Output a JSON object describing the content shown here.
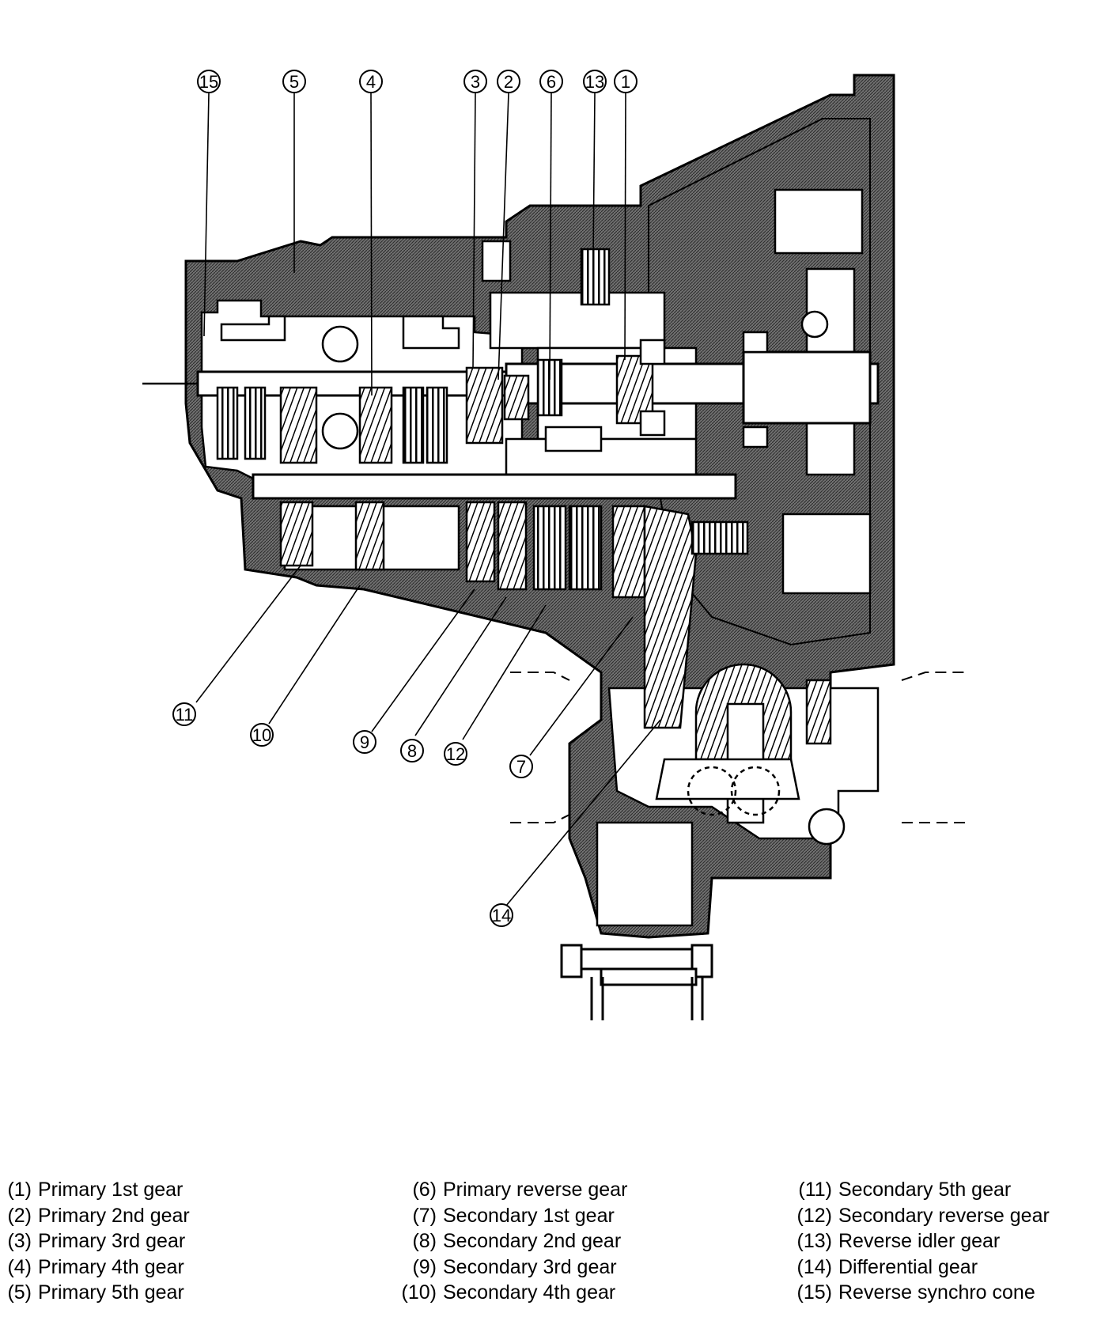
{
  "callouts": [
    {
      "n": "15"
    },
    {
      "n": "5"
    },
    {
      "n": "4"
    },
    {
      "n": "3"
    },
    {
      "n": "2"
    },
    {
      "n": "6"
    },
    {
      "n": "13"
    },
    {
      "n": "1"
    },
    {
      "n": "11"
    },
    {
      "n": "10"
    },
    {
      "n": "9"
    },
    {
      "n": "8"
    },
    {
      "n": "12"
    },
    {
      "n": "7"
    },
    {
      "n": "14"
    }
  ],
  "legend": {
    "col1": [
      {
        "num": "(1)",
        "label": "Primary 1st gear"
      },
      {
        "num": "(2)",
        "label": "Primary 2nd gear"
      },
      {
        "num": "(3)",
        "label": "Primary 3rd gear"
      },
      {
        "num": "(4)",
        "label": "Primary 4th gear"
      },
      {
        "num": "(5)",
        "label": "Primary 5th gear"
      }
    ],
    "col2": [
      {
        "num": "(6)",
        "label": "Primary reverse gear"
      },
      {
        "num": "(7)",
        "label": "Secondary 1st gear"
      },
      {
        "num": "(8)",
        "label": "Secondary 2nd gear"
      },
      {
        "num": "(9)",
        "label": "Secondary 3rd gear"
      },
      {
        "num": "(10)",
        "label": "Secondary 4th gear"
      }
    ],
    "col3": [
      {
        "num": "(11)",
        "label": "Secondary 5th gear"
      },
      {
        "num": "(12)",
        "label": "Secondary reverse gear"
      },
      {
        "num": "(13)",
        "label": "Reverse idler gear"
      },
      {
        "num": "(14)",
        "label": "Differential gear"
      },
      {
        "num": "(15)",
        "label": "Reverse synchro cone"
      }
    ]
  },
  "colors": {
    "ink": "#000000",
    "housing": "#6e6e6e",
    "background": "#ffffff"
  }
}
